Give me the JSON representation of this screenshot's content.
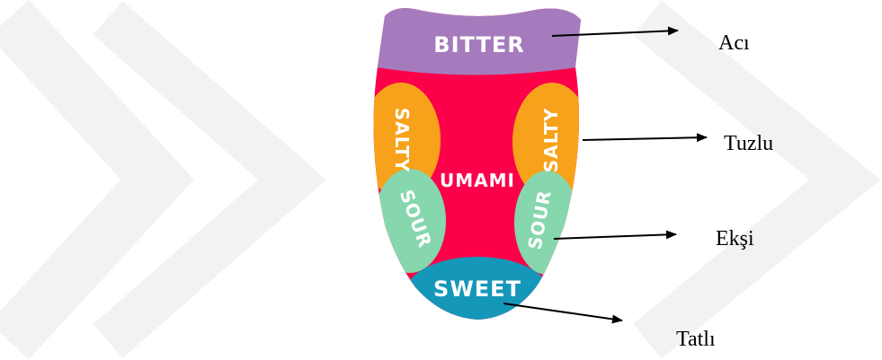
{
  "tongue": {
    "bitter": "BITTER",
    "salty_left": "SALTY",
    "salty_right": "SALTY",
    "umami": "UMAMI",
    "sour_left": "SOUR",
    "sour_right": "SOUR",
    "sweet": "SWEET"
  },
  "callouts": {
    "bitter": "Acı",
    "salty": "Tuzlu",
    "sour": "Ekşi",
    "sweet": "Tatlı"
  },
  "colors": {
    "bitter": "#a57bbd",
    "umami": "#fc0049",
    "salty": "#f7a21a",
    "sour": "#86d7ad",
    "sweet": "#1597b9",
    "umami_text": "#fe8aa2",
    "watermark": "#f2f2f2"
  }
}
